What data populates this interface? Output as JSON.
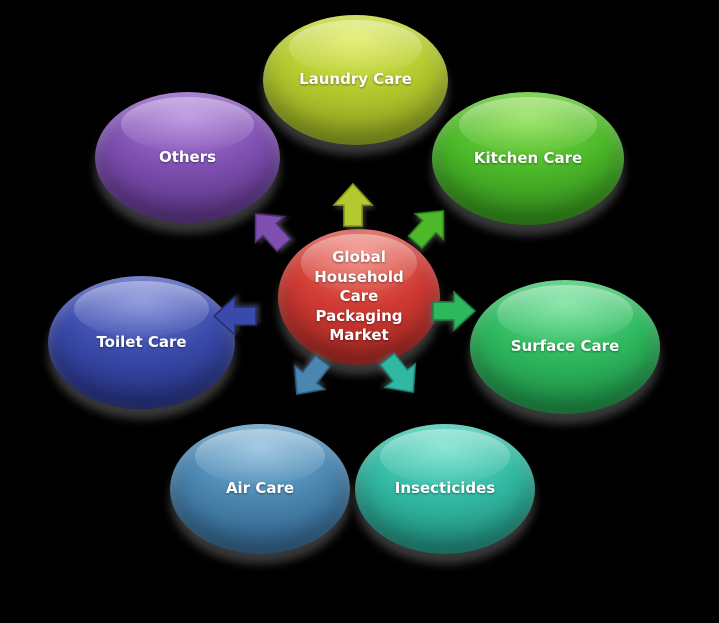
{
  "diagram": {
    "background_color": "#000000",
    "text_color": "#ffffff",
    "center": {
      "label": "Global Household Care Packaging Market",
      "color_light": "#ef7a6c",
      "color_mid": "#cf3a33",
      "color_dark": "#9e2520"
    },
    "nodes": [
      {
        "id": "laundry-care",
        "label": "Laundry Care",
        "color_light": "#dcea52",
        "color_mid": "#b4c92e",
        "color_dark": "#86991c"
      },
      {
        "id": "kitchen-care",
        "label": "Kitchen Care",
        "color_light": "#84dd42",
        "color_mid": "#4cb82a",
        "color_dark": "#2c8418"
      },
      {
        "id": "surface-care",
        "label": "Surface Care",
        "color_light": "#63dd8e",
        "color_mid": "#2eb85e",
        "color_dark": "#1b8440"
      },
      {
        "id": "insecticides",
        "label": "Insecticides",
        "color_light": "#64ddc8",
        "color_mid": "#32b8a2",
        "color_dark": "#1c8474"
      },
      {
        "id": "air-care",
        "label": "Air Care",
        "color_light": "#7fb6d9",
        "color_mid": "#4a86b0",
        "color_dark": "#2d5c82"
      },
      {
        "id": "toilet-care",
        "label": "Toilet Care",
        "color_light": "#6f7dd4",
        "color_mid": "#3a4aaa",
        "color_dark": "#232e78"
      },
      {
        "id": "others",
        "label": "Others",
        "color_light": "#ab7dd9",
        "color_mid": "#7e4fb0",
        "color_dark": "#54307c"
      }
    ]
  }
}
